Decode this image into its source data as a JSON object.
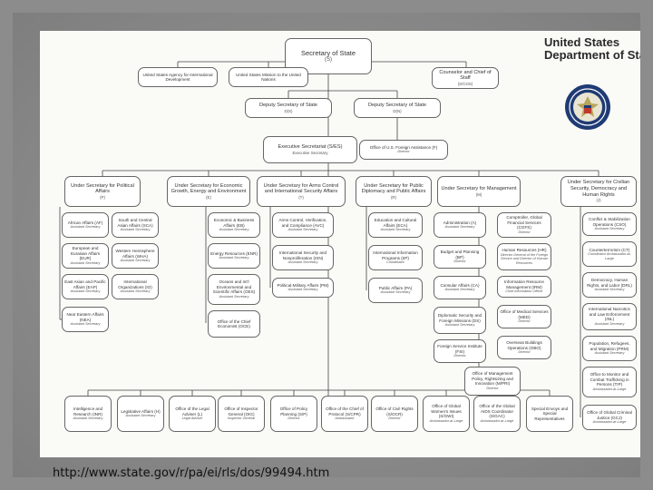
{
  "header": {
    "title_line1": "United States",
    "title_line2": "Department of State"
  },
  "footer": {
    "url": "http://www.state.gov/r/pa/ei/rls/dos/99494.htm"
  },
  "seal": {
    "icon": "state-department-seal-icon",
    "colors": [
      "#1f3b74",
      "#ffffff",
      "#b8a45a"
    ]
  },
  "top": {
    "secretary": {
      "title": "Secretary of State",
      "sub": "(S)"
    },
    "usaid": {
      "title": "United States Agency for International Development"
    },
    "un": {
      "title": "United States Mission to the United Nations"
    },
    "counselor": {
      "title": "Counselor and Chief of Staff",
      "sub": "(S/COS)"
    },
    "dep_d": {
      "title": "Deputy Secretary of State",
      "sub": "D(S)"
    },
    "dep_dn": {
      "title": "Deputy Secretary of State",
      "sub": "D(N)"
    },
    "exec_sec": {
      "title": "Executive Secretariat (S/ES)",
      "sub": "Executive Secretary"
    },
    "foreign_asst": {
      "title": "Office of U.S. Foreign Assistance (F)",
      "sub": "Director"
    }
  },
  "under_secretaries": [
    {
      "title": "Under Secretary for Political Affairs",
      "sub": "(P)"
    },
    {
      "title": "Under Secretary for Economic Growth, Energy and Environment",
      "sub": "(E)"
    },
    {
      "title": "Under Secretary for Arms Control and International Security Affairs",
      "sub": "(T)"
    },
    {
      "title": "Under Secretary for Public Diplomacy and Public Affairs",
      "sub": "(R)"
    },
    {
      "title": "Under Secretary for Management",
      "sub": "(M)"
    },
    {
      "title": "Under Secretary for Civilian Security, Democracy and Human Rights",
      "sub": "(J)"
    }
  ],
  "political": [
    {
      "title": "African Affairs (AF)",
      "sub": "Assistant Secretary"
    },
    {
      "title": "South and Central Asian Affairs (SCA)",
      "sub": "Assistant Secretary"
    },
    {
      "title": "European and Eurasian Affairs (EUR)",
      "sub": "Assistant Secretary"
    },
    {
      "title": "Western Hemisphere Affairs (WHA)",
      "sub": "Assistant Secretary"
    },
    {
      "title": "East Asian and Pacific Affairs (EAP)",
      "sub": "Assistant Secretary"
    },
    {
      "title": "International Organizations (IO)",
      "sub": "Assistant Secretary"
    },
    {
      "title": "Near Eastern Affairs (NEA)",
      "sub": "Assistant Secretary"
    }
  ],
  "economic": [
    {
      "title": "Economic & Business Affairs (EB)",
      "sub": "Assistant Secretary"
    },
    {
      "title": "Energy Resources (ENR)",
      "sub": "Assistant Secretary"
    },
    {
      "title": "Oceans and Int'l Environmental and Scientific Affairs (OES)",
      "sub": "Assistant Secretary"
    },
    {
      "title": "Office of the Chief Economist (OCE)",
      "sub": ""
    }
  ],
  "arms": [
    {
      "title": "Arms Control, Verification, and Compliance (AVC)",
      "sub": "Assistant Secretary"
    },
    {
      "title": "International Security and Nonproliferation (ISN)",
      "sub": "Assistant Secretary"
    },
    {
      "title": "Political-Military Affairs (PM)",
      "sub": "Assistant Secretary"
    }
  ],
  "public": [
    {
      "title": "Education and Cultural Affairs (ECA)",
      "sub": "Assistant Secretary"
    },
    {
      "title": "International Information Programs (IIP)",
      "sub": "Coordinator"
    },
    {
      "title": "Public Affairs (PA)",
      "sub": "Assistant Secretary"
    }
  ],
  "management_left": [
    {
      "title": "Administration (A)",
      "sub": "Assistant Secretary"
    },
    {
      "title": "Budget and Planning (BP)",
      "sub": "Director"
    },
    {
      "title": "Consular Affairs (CA)",
      "sub": "Assistant Secretary"
    },
    {
      "title": "Diplomatic Security and Foreign Missions (DS)",
      "sub": "Assistant Secretary"
    },
    {
      "title": "Foreign Service Institute (FSI)",
      "sub": "Director"
    }
  ],
  "management_right": [
    {
      "title": "Comptroller, Global Financial Services (CGFS)",
      "sub": "Director"
    },
    {
      "title": "Human Resources (HR)",
      "sub": "Director General of the Foreign Service and Director of Human Resources"
    },
    {
      "title": "Information Resource Management (IRM)",
      "sub": "Chief Information Officer"
    },
    {
      "title": "Office of Medical Services (MED)",
      "sub": "Director"
    },
    {
      "title": "Overseas Buildings Operations (OBO)",
      "sub": "Director"
    }
  ],
  "management_policy": {
    "title": "Office of Management Policy, Rightsizing and Innovation (M/PRI)",
    "sub": "Director"
  },
  "civilian": [
    {
      "title": "Conflict & Stabilization Operations (CSO)",
      "sub": "Assistant Secretary"
    },
    {
      "title": "Counterterrorism (CT)",
      "sub": "Coordinator Ambassador-at-Large"
    },
    {
      "title": "Democracy, Human Rights, and Labor (DRL)",
      "sub": "Assistant Secretary"
    },
    {
      "title": "International Narcotics and Law Enforcement (INL)",
      "sub": "Assistant Secretary"
    },
    {
      "title": "Population, Refugees, and Migration (PRM)",
      "sub": "Assistant Secretary"
    },
    {
      "title": "Office to Monitor and Combat Trafficking in Persons (TIP)",
      "sub": "Ambassador-at-Large"
    },
    {
      "title": "Office of Global Criminal Justice (GCJ)",
      "sub": "Ambassador-at-Large"
    }
  ],
  "bottom": [
    {
      "title": "Intelligence and Research (INR)",
      "sub": "Assistant Secretary"
    },
    {
      "title": "Legislative Affairs (H)",
      "sub": "Assistant Secretary"
    },
    {
      "title": "Office of the Legal Adviser (L)",
      "sub": "Legal Adviser"
    },
    {
      "title": "Office of Inspector General (OIG)",
      "sub": "Inspector General"
    },
    {
      "title": "Office of Policy Planning (S/P)",
      "sub": "Director"
    },
    {
      "title": "Office of the Chief of Protocol (S/CPR)",
      "sub": "Ambassador"
    },
    {
      "title": "Office of Civil Rights (S/OCR)",
      "sub": "Director"
    },
    {
      "title": "Office of Global Women's Issues (S/GWI)",
      "sub": "Ambassador-at-Large"
    },
    {
      "title": "Office of the Global AIDS Coordinator (S/GAC)",
      "sub": "Ambassador-at-Large"
    },
    {
      "title": "Special Envoys and Special Representatives",
      "sub": ""
    }
  ]
}
